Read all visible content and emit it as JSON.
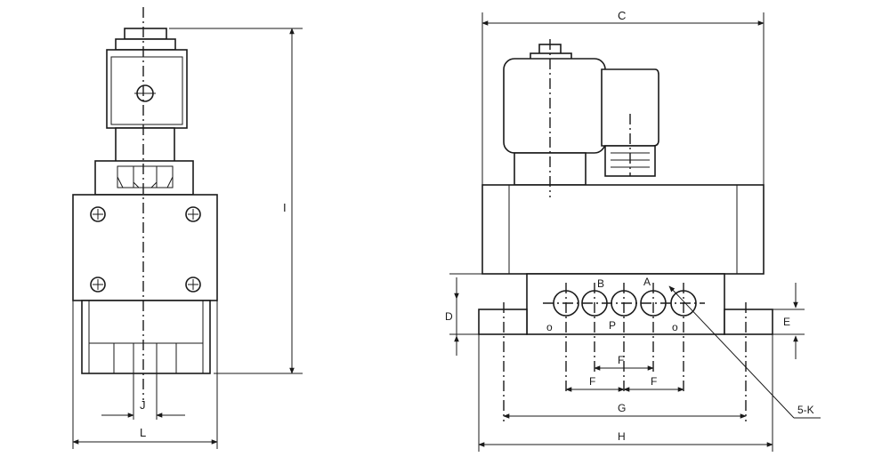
{
  "labels": {
    "c": "C",
    "i": "I",
    "d": "D",
    "e": "E",
    "j": "J",
    "l": "L",
    "f1": "F",
    "f2": "F",
    "f3": "F",
    "g": "G",
    "h": "H",
    "a": "A",
    "b": "B",
    "p": "P",
    "k": "5-K",
    "port_left": "o",
    "port_right": "o"
  },
  "colors": {
    "line": "#1a1a1a",
    "background": "#ffffff"
  }
}
